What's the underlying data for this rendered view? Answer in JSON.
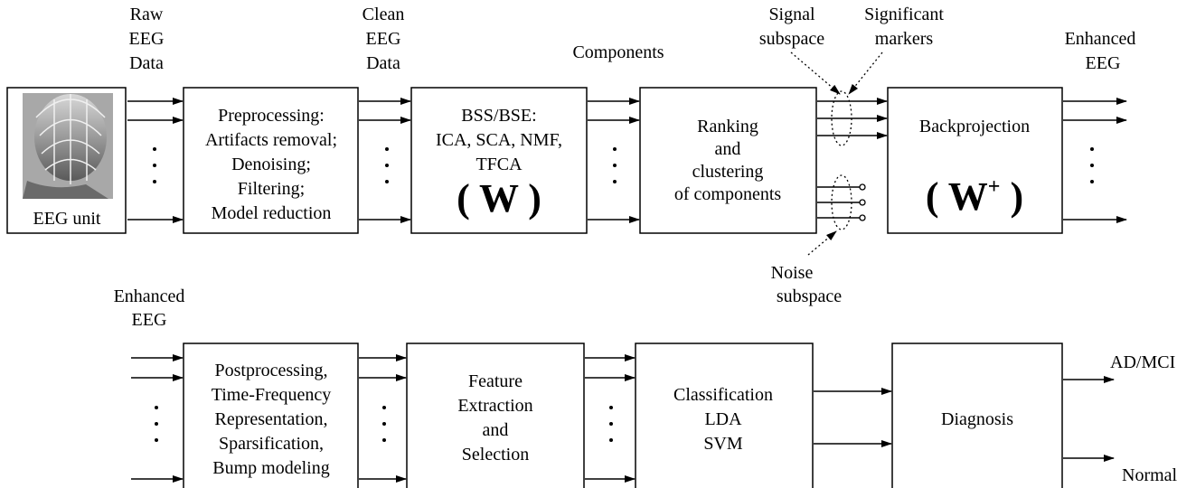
{
  "top_row": {
    "raw_eeg_label": [
      "Raw",
      "EEG",
      "Data"
    ],
    "eeg_unit_label": "EEG unit",
    "preprocessing_lines": [
      "Preprocessing:",
      "Artifacts removal;",
      "Denoising;",
      "Filtering;",
      "Model reduction"
    ],
    "clean_eeg_label": [
      "Clean",
      "EEG",
      "Data"
    ],
    "bss_lines": [
      "BSS/BSE:",
      "ICA, SCA, NMF,",
      "TFCA"
    ],
    "bss_matrix": "( W )",
    "components_label": "Components",
    "ranking_lines": [
      "Ranking",
      "and",
      "clustering",
      "of components"
    ],
    "signal_subspace_label": [
      "Signal",
      "subspace"
    ],
    "significant_markers_label": [
      "Significant",
      "markers"
    ],
    "noise_subspace_label": [
      "Noise",
      "subspace"
    ],
    "backprojection_label": "Backprojection",
    "backprojection_matrix": {
      "open": "( ",
      "symbol": "W",
      "superscript": "+",
      "close": " )"
    },
    "enhanced_eeg_label": [
      "Enhanced",
      "EEG"
    ]
  },
  "bottom_row": {
    "enhanced_eeg_label": [
      "Enhanced",
      "EEG"
    ],
    "postprocessing_lines": [
      "Postprocessing,",
      "Time-Frequency",
      "Representation,",
      "Sparsification,",
      "Bump modeling"
    ],
    "feature_lines": [
      "Feature",
      "Extraction",
      "and",
      "Selection"
    ],
    "classification_lines": [
      "Classification",
      "LDA",
      "SVM"
    ],
    "diagnosis_label": "Diagnosis",
    "output_ad_mci": "AD/MCI",
    "output_normal": "Normal"
  }
}
